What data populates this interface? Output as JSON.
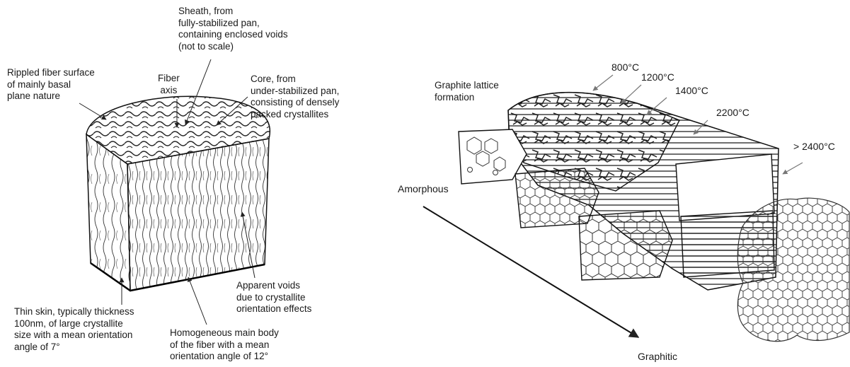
{
  "left_figure": {
    "sheath": [
      "Sheath, from",
      "fully-stabilized pan,",
      "containing enclosed voids",
      "(not to scale)"
    ],
    "fiber_axis": [
      "Fiber",
      "axis"
    ],
    "core": [
      "Core, from",
      "under-stabilized pan,",
      "consisting of densely",
      "packed crystallites"
    ],
    "rippled": [
      "Rippled fiber surface",
      "of mainly basal",
      "plane nature"
    ],
    "voids": [
      "Apparent voids",
      "due to crystallite",
      "orientation effects"
    ],
    "skin": [
      "Thin skin, typically thickness",
      "100nm, of large crystallite",
      "size with a mean orientation",
      "angle of 7°"
    ],
    "body": [
      "Homogeneous main body",
      "of the fiber with a mean",
      "orientation angle of 12°"
    ]
  },
  "right_figure": {
    "lattice": [
      "Graphite lattice",
      "formation"
    ],
    "temperatures": [
      "800°C",
      "1200°C",
      "1400°C",
      "2200°C",
      "> 2400°C"
    ],
    "amorphous": "Amorphous",
    "graphitic": "Graphitic"
  }
}
